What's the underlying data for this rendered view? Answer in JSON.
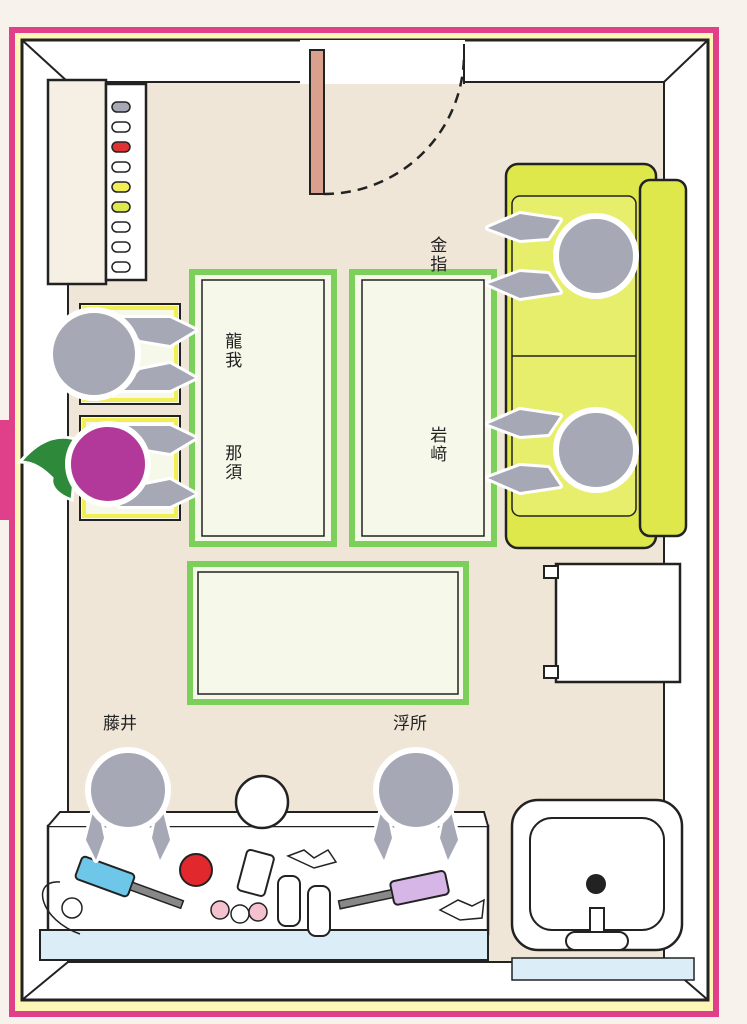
{
  "labels": {
    "ryuga": "龍我",
    "nasu": "那須",
    "kanezashi": "金指",
    "iwasaki": "岩﨑",
    "fujii": "藤井",
    "ukisho": "浮所"
  },
  "colors": {
    "outer_border": "#e0408a",
    "frame_fill": "#fdf6b8",
    "floor": "#efe6d8",
    "sofa": "#dfe84a",
    "mat_border": "#7ccf5a",
    "mat_fill": "#f6f9e9",
    "person": "#a6a9b5",
    "highlight_person": "#b2389a",
    "leaf": "#2e8a3a",
    "door": "#d9a08e"
  }
}
